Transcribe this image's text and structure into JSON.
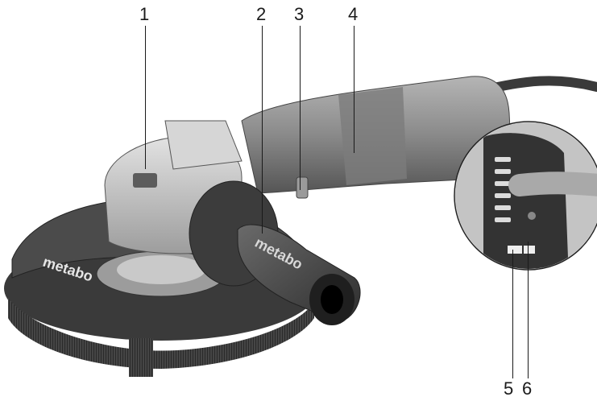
{
  "figure": {
    "callouts": [
      "1",
      "2",
      "3",
      "4",
      "5",
      "6"
    ],
    "brand_marks": [
      "metabo",
      "metabo"
    ]
  }
}
